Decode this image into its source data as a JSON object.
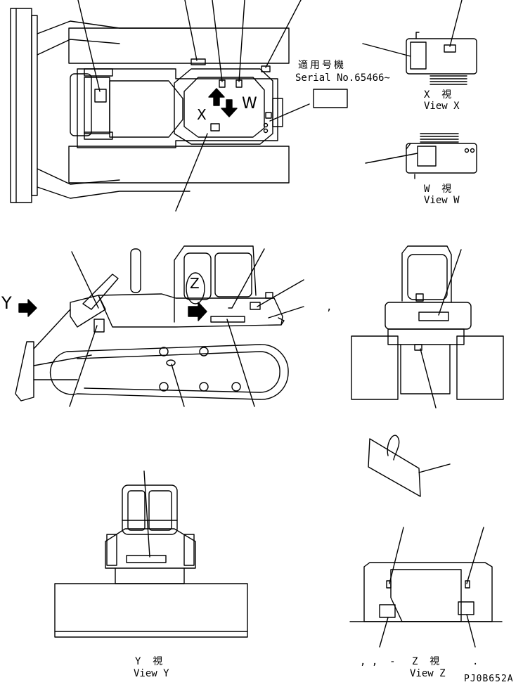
{
  "serial": {
    "jp": "適用号機",
    "number": "Serial No.65466~"
  },
  "view_x": {
    "jp": "X  視",
    "en": "View X"
  },
  "view_w": {
    "jp": "W  視",
    "en": "View W"
  },
  "view_y": {
    "jp": "Y  視",
    "en": "View Y"
  },
  "view_z": {
    "jp": "Z  視",
    "en": "View Z",
    "prefix": ", ,  -"
  },
  "markers": {
    "x": "X",
    "w": "W",
    "y": "Y",
    "z": "Z",
    "comma": ","
  },
  "drawing_id": "PJ0B652A"
}
